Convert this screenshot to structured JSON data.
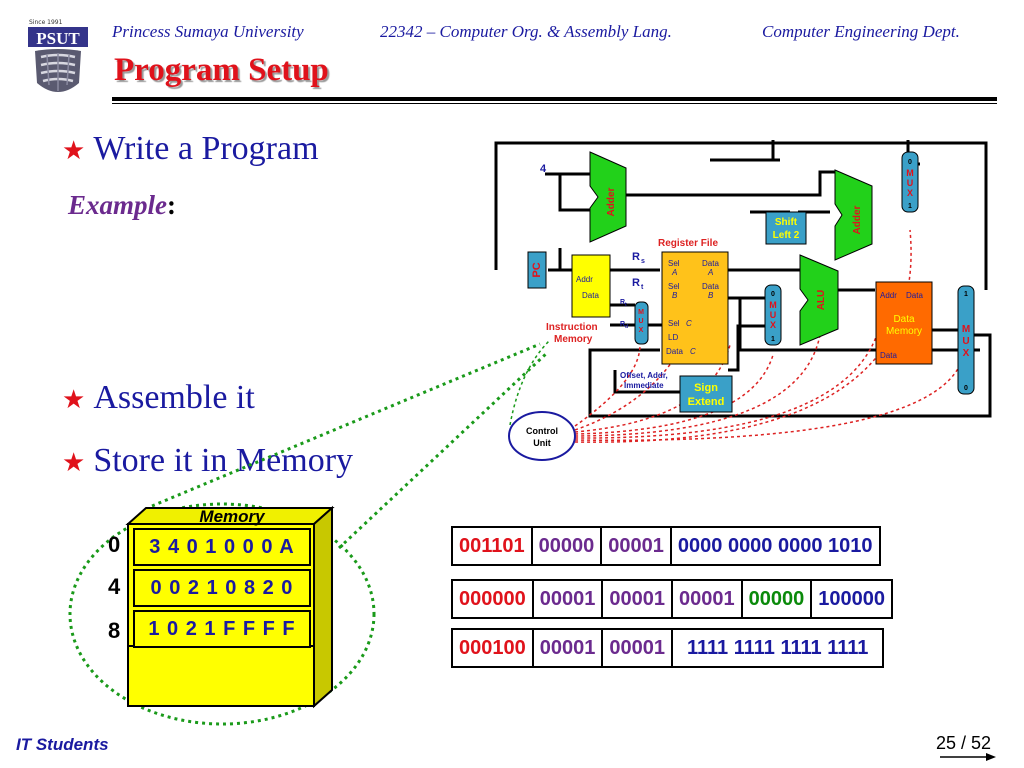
{
  "header": {
    "university": "Princess Sumaya University",
    "course": "22342 – Computer Org. & Assembly Lang.",
    "dept": "Computer Engineering Dept.",
    "logo_text": "PSUT",
    "logo_since": "Since 1991"
  },
  "title": "Program Setup",
  "bullets": {
    "write": "Write a Program",
    "example": "Example",
    "example_colon": ":",
    "assemble": "Assemble it",
    "store": "Store it in Memory"
  },
  "memory": {
    "label": "Memory",
    "addresses": [
      "0",
      "4",
      "8"
    ],
    "rows": [
      "3 4 0 1 0 0 0 A",
      "0 0 2 1 0 8 2 0",
      "1 0 2 1 F F F F"
    ]
  },
  "encodings": [
    {
      "fields": [
        {
          "text": "001101",
          "color": "#e0121b"
        },
        {
          "text": "00000",
          "color": "#6b2a8e"
        },
        {
          "text": "00001",
          "color": "#6b2a8e"
        },
        {
          "text": "0000 0000 0000 1010",
          "color": "#1a1aa0"
        }
      ]
    },
    {
      "fields": [
        {
          "text": "000000",
          "color": "#e0121b"
        },
        {
          "text": "00001",
          "color": "#6b2a8e"
        },
        {
          "text": "00001",
          "color": "#6b2a8e"
        },
        {
          "text": "00001",
          "color": "#6b2a8e"
        },
        {
          "text": "00000",
          "color": "#0a8a0a"
        },
        {
          "text": "100000",
          "color": "#1a1aa0"
        }
      ]
    },
    {
      "fields": [
        {
          "text": "000100",
          "color": "#e0121b"
        },
        {
          "text": "00001",
          "color": "#6b2a8e"
        },
        {
          "text": "00001",
          "color": "#6b2a8e"
        },
        {
          "text": "1111 1111 1111 1111",
          "color": "#1a1aa0"
        }
      ]
    }
  ],
  "datapath": {
    "const_four": "4",
    "adder1": "Adder",
    "adder2": "Adder",
    "pc": "PC",
    "mux_letters": [
      "M",
      "U",
      "X"
    ],
    "mux_top_sel": [
      "0",
      "1"
    ],
    "mux_alu_sel": [
      "0",
      "1"
    ],
    "mux_out_sel": [
      "1",
      "0"
    ],
    "shift": [
      "Shift",
      "Left 2"
    ],
    "reg_file_title": "Register File",
    "rs": "R",
    "rs_sub": "s",
    "rt": "R",
    "rt_sub": "t",
    "reg_labels": [
      "Sel",
      "A",
      "Sel",
      "B",
      "Sel",
      "C",
      "LD",
      "Data",
      "C",
      "Data",
      "A",
      "Data",
      "B"
    ],
    "imem_labels": [
      "Addr",
      "Data"
    ],
    "imem_caption": [
      "Instruction",
      "Memory"
    ],
    "small_mux_inputs": [
      "R",
      "t",
      "R",
      "d"
    ],
    "alu": "ALU",
    "dmem_labels": [
      "Addr",
      "Data",
      "Data",
      "Memory",
      "Data"
    ],
    "sign_extend": [
      "Sign",
      "Extend"
    ],
    "offset_caption": [
      "Offset, Addr,",
      "Immediate"
    ],
    "control_unit": [
      "Control",
      "Unit"
    ]
  },
  "footer": {
    "left": "IT Students",
    "page": "25 / 52"
  },
  "colors": {
    "accent_blue": "#1a1aa0",
    "accent_red": "#e0121b",
    "memory_yellow": "#ffff00",
    "adder_green": "#22d11a",
    "dmem_orange": "#ff6a00"
  }
}
